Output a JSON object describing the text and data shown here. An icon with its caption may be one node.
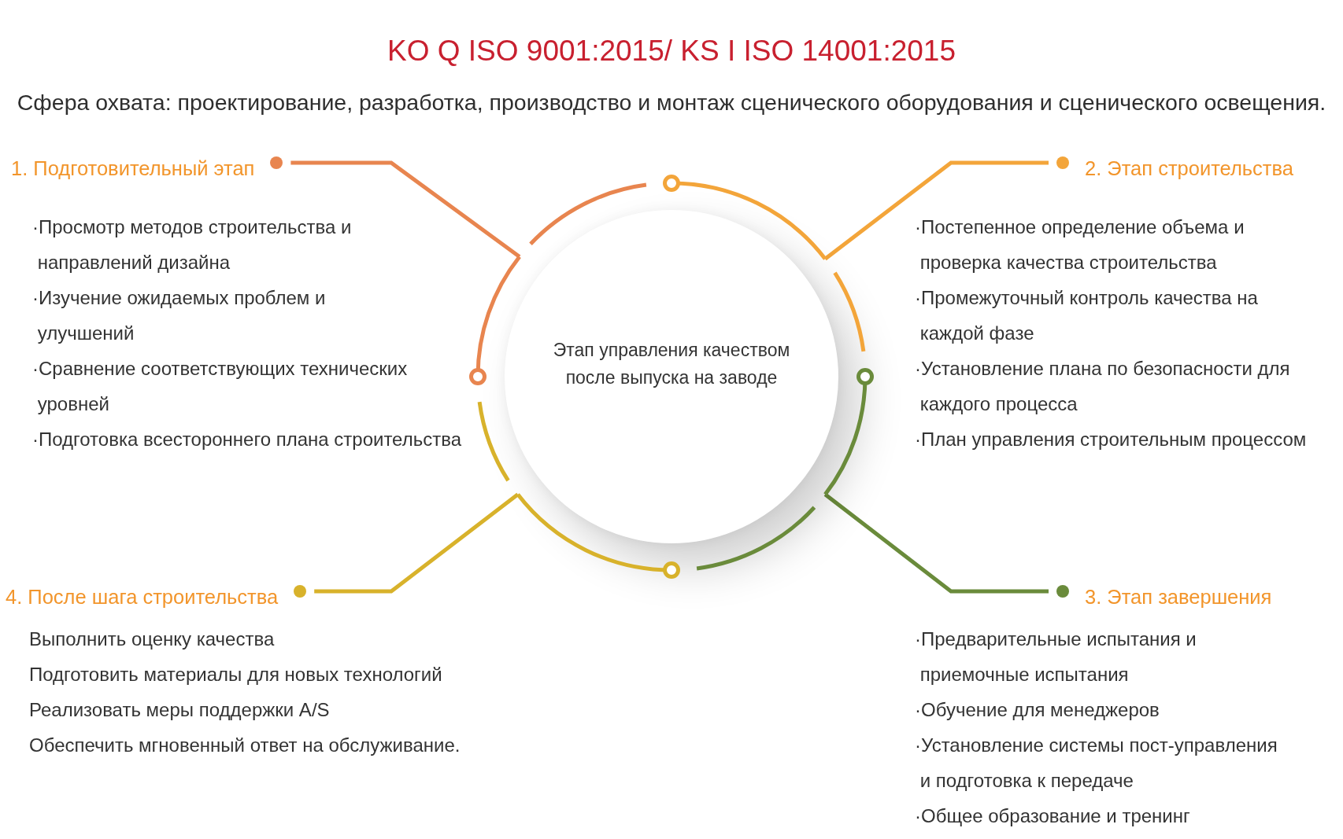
{
  "diagram": {
    "title": "KO Q ISO 9001:2015/ KS I ISO 14001:2015",
    "nodes": [
      {
        "text": [
          "1. Подготовительный этап"
        ],
        "beside": [
          "·Просмотр методов строительства и направлений дизайна",
          "·Изучение ожидаемых проблем и улучшений",
          "·Сравнение соответствующих технических уровней",
          "·Подготовка всестороннего плана строительства"
        ]
      },
      {
        "text": [
          "2. Этап строительства"
        ],
        "beside": [
          "·Постепенное определение объема и проверка качества строительства",
          "·Промежуточный контроль качества на каждой фазе",
          "·Установление плана по безопасности для каждого процесса",
          "·План управления строительным процессом"
        ]
      },
      {
        "text": [
          "Этап управления качеством после выпуска на заводе"
        ]
      },
      {
        "text": [
          "4. После шага строительства"
        ],
        "beside": [
          "Выполнить оценку качества",
          "Подготовить материалы для новых технологий",
          "Реализовать меры поддержки A/S",
          "Обеспечить мгновенный ответ на обслуживание."
        ]
      },
      {
        "text": [
          "3. Этап завершения"
        ],
        "beside": [
          "·Предварительные испытания и приемочные испытания",
          "·Обучение для менеджеров",
          "·Установление системы пост-управления и подготовка к передаче",
          "·Общее образование и тренинг"
        ]
      }
    ],
    "edges": [
      {
        "from": 0,
        "to": 2,
        "arrow": "none",
        "color": "#e8854f"
      },
      {
        "from": 1,
        "to": 2,
        "arrow": "none",
        "color": "#f3a53a"
      },
      {
        "from": 4,
        "to": 2,
        "arrow": "none",
        "color": "#6a8b3b"
      },
      {
        "from": 3,
        "to": 2,
        "arrow": "none",
        "color": "#d8b22b"
      }
    ],
    "labels": [
      "Сфера охвата: проектирование, разработка, производство и монтаж сценического оборудования и сценического освещения."
    ]
  }
}
